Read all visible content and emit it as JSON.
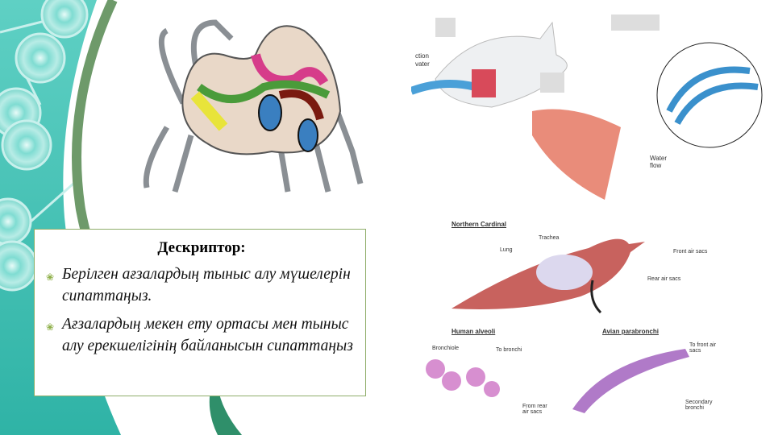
{
  "descriptor": {
    "title": "Дескриптор:",
    "items": [
      "Берілген ағзалардың тыныс алу мүшелерін сипаттаңыз.",
      "Ағзалардың мекен ету ортасы мен тыныс алу ерекшелігінің байланысын сипаттаңыз"
    ]
  },
  "fish_diagram": {
    "label_direction_1": "ction",
    "label_direction_2": "vater",
    "label_water_flow": "Water flow"
  },
  "bird_diagram": {
    "title": "Northern Cardinal",
    "trachea": "Trachea",
    "lung": "Lung",
    "front_air_sacs": "Front air sacs",
    "rear_air_sacs": "Rear air sacs",
    "human_alveoli": "Human alveoli",
    "avian_parabronchi": "Avian parabronchi",
    "bronchiole": "Bronchiole",
    "to_bronchi": "To bronchi",
    "to_front_air_sacs": "To front air sacs",
    "secondary_bronchi": "Secondary bronchi",
    "from_rear_air_sacs": "From rear air sacs"
  },
  "colors": {
    "teal": "#3fbfb3",
    "green_arc": "#6e9a6a"
  }
}
